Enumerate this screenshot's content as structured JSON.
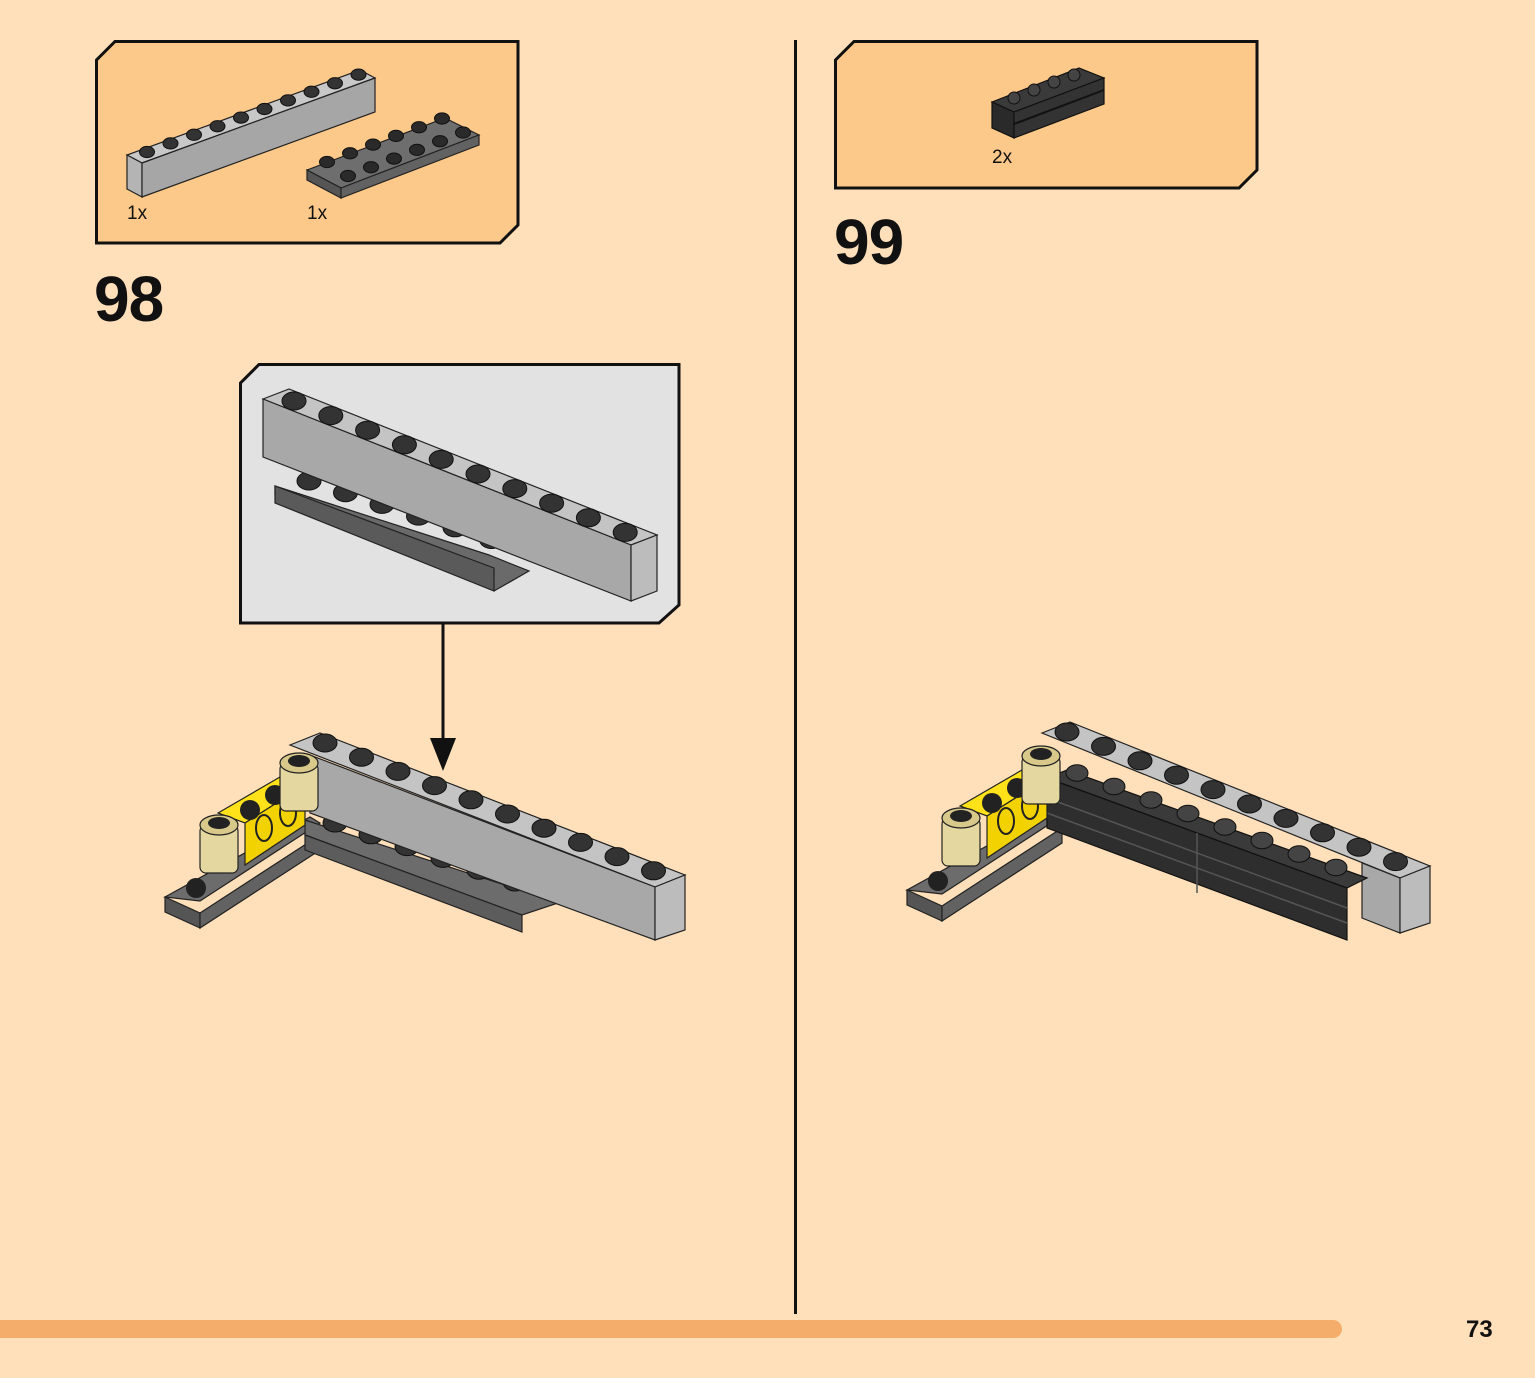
{
  "steps": [
    {
      "number": "98",
      "parts": [
        {
          "quantity": "1x",
          "part": "light-gray-brick-1x10"
        },
        {
          "quantity": "1x",
          "part": "dark-gray-plate-2x6"
        }
      ]
    },
    {
      "number": "99",
      "parts": [
        {
          "quantity": "2x",
          "part": "black-brick-1x4-with-groove"
        }
      ]
    }
  ],
  "page": {
    "number": "73"
  },
  "progress": {
    "fraction": 0.935
  },
  "colors": {
    "background": "#ffe0ba",
    "parts_box": "#fdc98a",
    "progress_bar": "#f4ad6a",
    "light_gray": "#a6a6a6",
    "dark_gray": "#626262",
    "black_part": "#2e2e2e",
    "yellow": "#ffe21a",
    "tan": "#e4d7a0"
  }
}
